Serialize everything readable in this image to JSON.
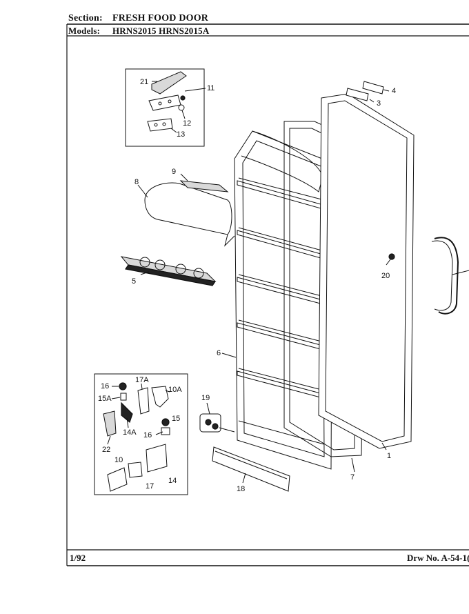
{
  "header": {
    "section_label": "Section:",
    "section_value": "FRESH FOOD DOOR",
    "models_label": "Models:",
    "models_value": "HRNS2015  HRNS2015A"
  },
  "footer": {
    "date": "1/92",
    "drawing_number": "Drw No. A-54-1("
  },
  "callouts": {
    "c1": "1",
    "c3": "3",
    "c4": "4",
    "c5": "5",
    "c6": "6",
    "c7": "7",
    "c8": "8",
    "c9": "9",
    "c10": "10",
    "c10A": "10A",
    "c11": "11",
    "c12": "12",
    "c13": "13",
    "c14": "14",
    "c14A": "14A",
    "c15": "15",
    "c15A": "15A",
    "c16a": "16",
    "c16b": "16",
    "c17": "17",
    "c17A": "17A",
    "c18": "18",
    "c19": "19",
    "c20": "20",
    "c21": "21",
    "c22": "22"
  }
}
